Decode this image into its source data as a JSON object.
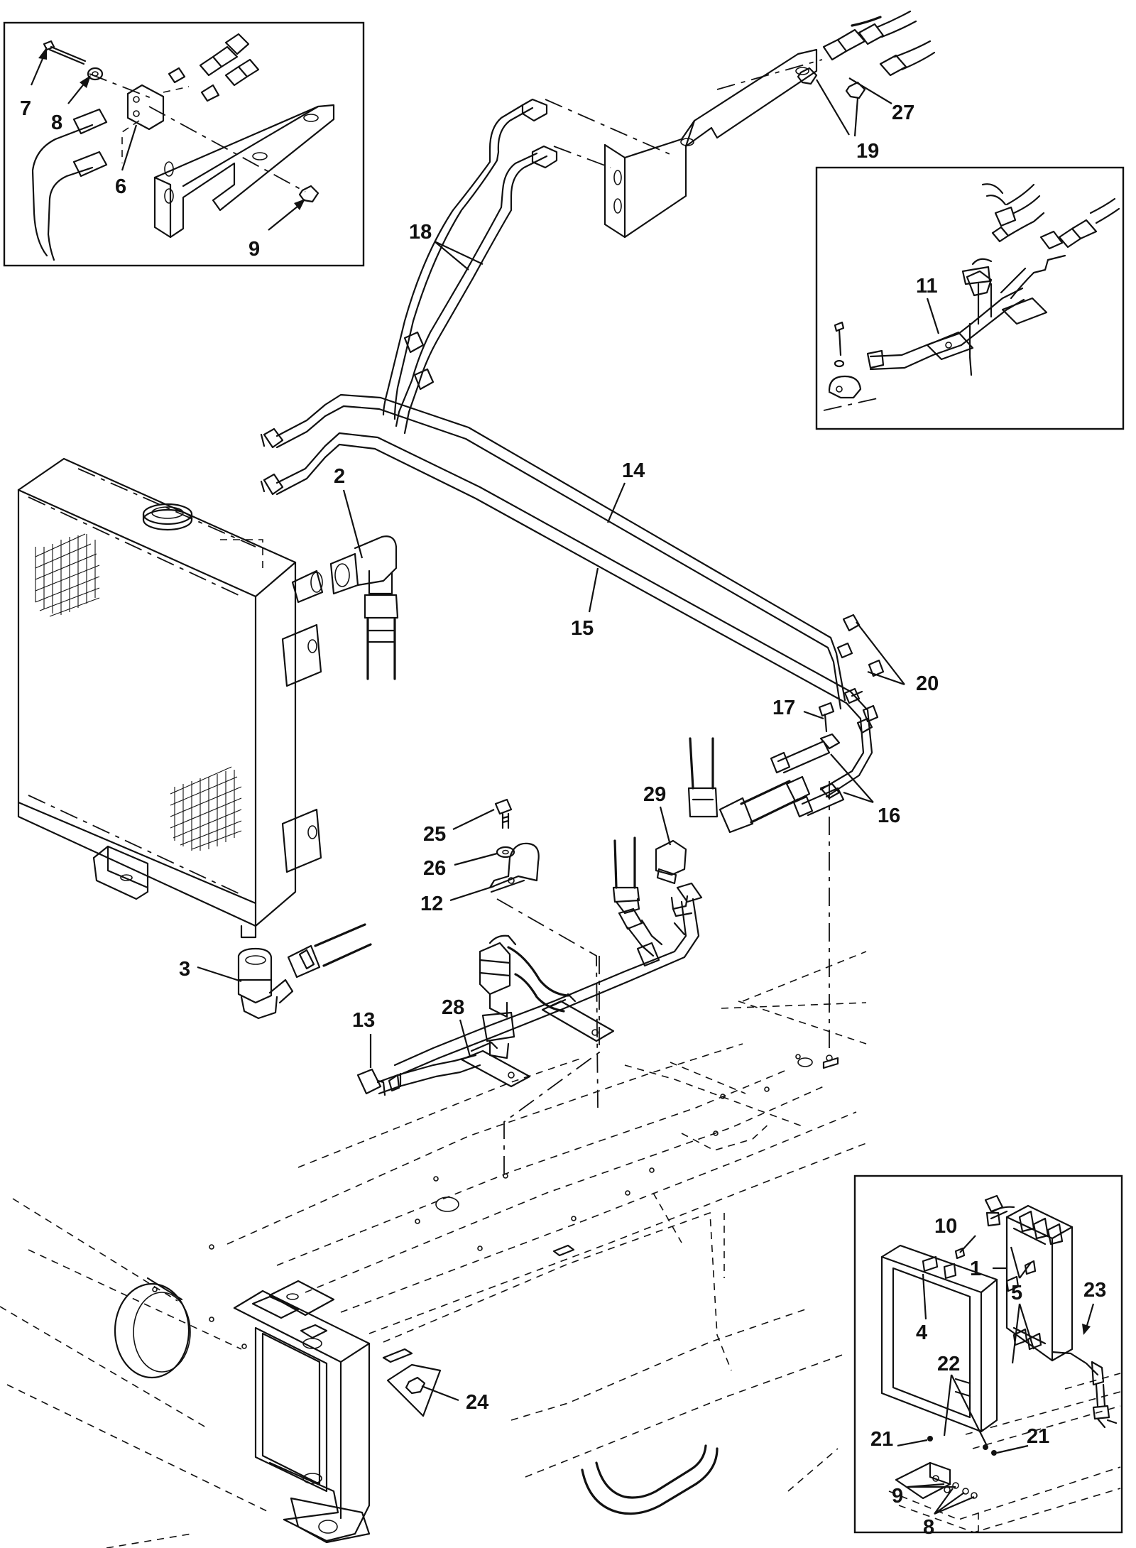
{
  "callouts": {
    "c7a": "7",
    "c8a": "8",
    "c6": "6",
    "c9a": "9",
    "c18": "18",
    "c27": "27",
    "c19": "19",
    "c11": "11",
    "c2": "2",
    "c14": "14",
    "c15": "15",
    "c20": "20",
    "c17": "17",
    "c16": "16",
    "c29": "29",
    "c25": "25",
    "c26": "26",
    "c12": "12",
    "c3": "3",
    "c13": "13",
    "c28": "28",
    "c24": "24",
    "c10": "10",
    "c1": "1",
    "c5": "5",
    "c23": "23",
    "c4": "4",
    "c22": "22",
    "c21a": "21",
    "c21b": "21",
    "c9b": "9",
    "c8b": "8"
  }
}
